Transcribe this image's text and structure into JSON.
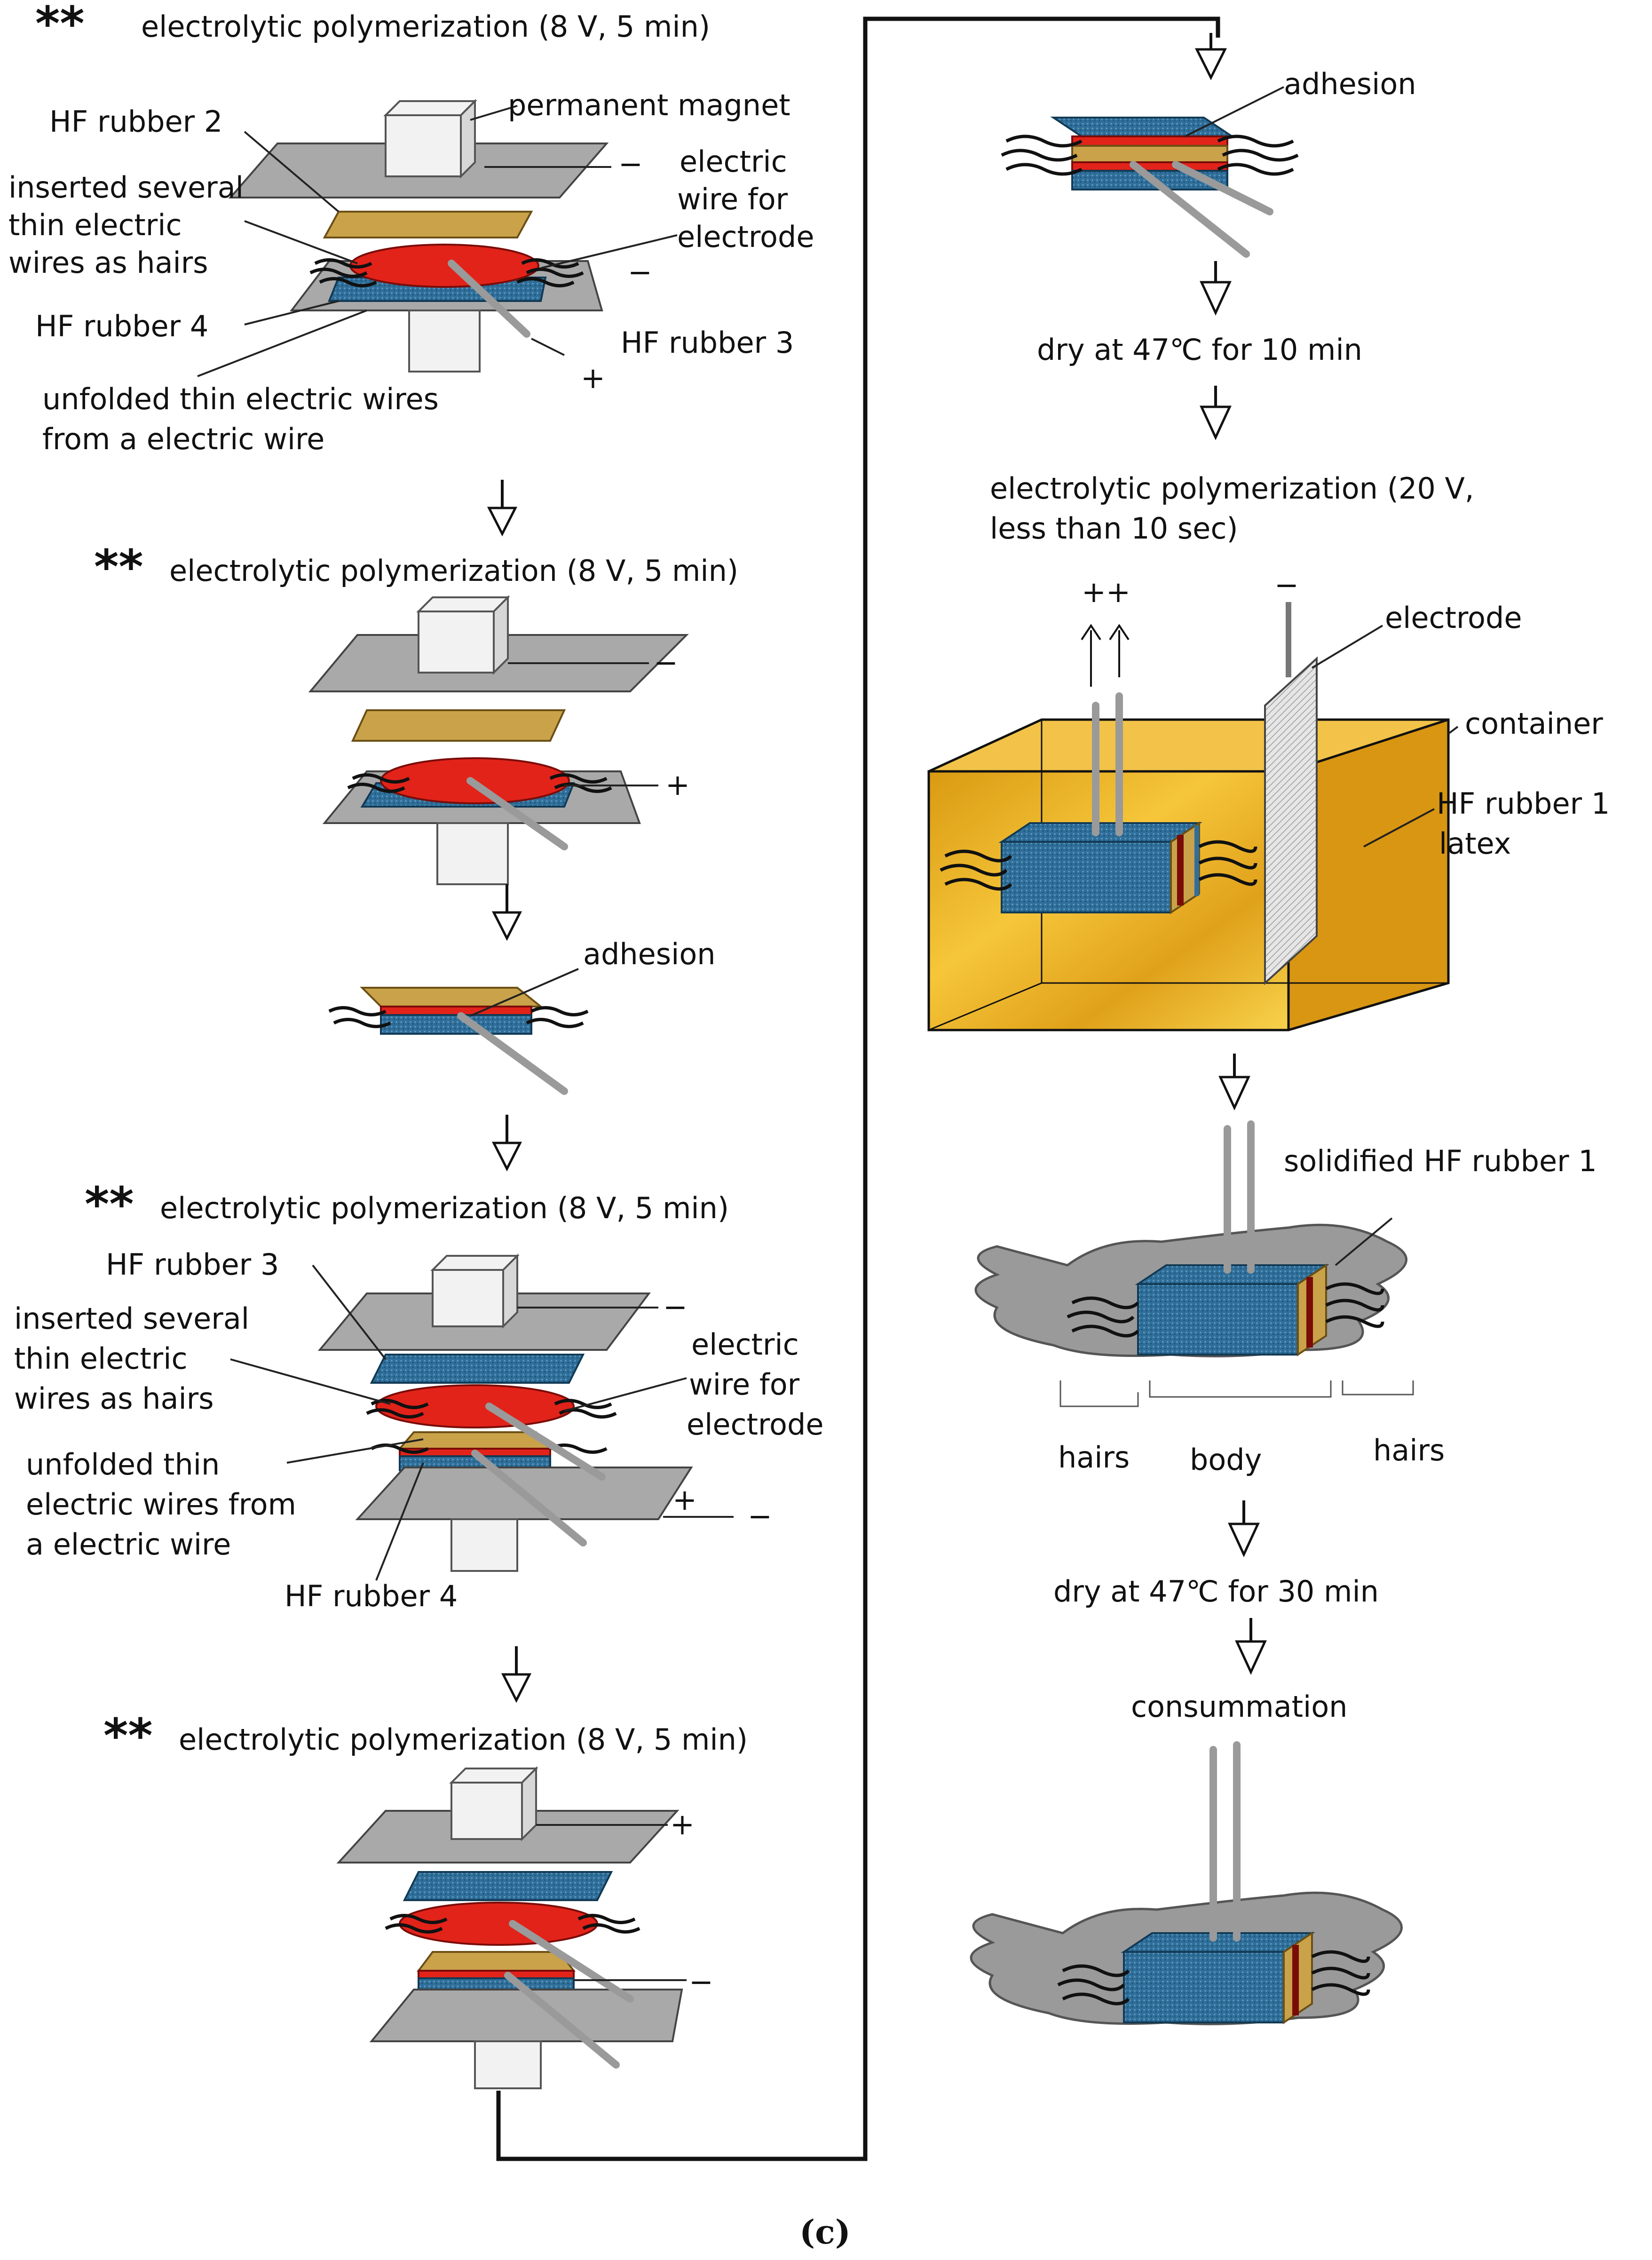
{
  "figure": {
    "caption": "(c)"
  },
  "left_column": {
    "step1": {
      "heading_mark": "**",
      "heading": "electrolytic polymerization (8 V, 5 min)",
      "labels": {
        "permanent_magnet": "permanent magnet",
        "hf_rubber_2": "HF rubber 2",
        "inserted_line1": "inserted several",
        "inserted_line2": "thin electric",
        "inserted_line3": "wires as hairs",
        "electric_wire_line1": "electric",
        "electric_wire_line2": "wire for",
        "electric_wire_line3": "electrode",
        "hf_rubber_4": "HF rubber 4",
        "hf_rubber_3": "HF rubber 3",
        "unfolded_line1": "unfolded thin electric wires",
        "unfolded_line2": "from a electric wire",
        "minus_top": "−",
        "minus_mid": "−",
        "plus": "+"
      }
    },
    "step2": {
      "heading_mark": "**",
      "heading": "electrolytic polymerization (8 V, 5 min)",
      "labels": {
        "minus": "−",
        "plus": "+"
      }
    },
    "step3": {
      "labels": {
        "adhesion": "adhesion"
      }
    },
    "step4": {
      "heading_mark": "**",
      "heading": "electrolytic polymerization (8 V, 5 min)",
      "labels": {
        "hf_rubber_3": "HF rubber 3",
        "inserted_line1": "inserted several",
        "inserted_line2": "thin electric",
        "inserted_line3": "wires as hairs",
        "electric_wire_line1": "electric",
        "electric_wire_line2": "wire for",
        "electric_wire_line3": "electrode",
        "unfolded_line1": "unfolded thin",
        "unfolded_line2": "electric wires from",
        "unfolded_line3": "a electric wire",
        "hf_rubber_4": "HF rubber 4",
        "minus_top": "−",
        "plus": "+",
        "minus_bottom": "−"
      }
    },
    "step5": {
      "heading_mark": "**",
      "heading": "electrolytic polymerization (8 V, 5 min)",
      "labels": {
        "plus": "+",
        "minus": "−"
      }
    }
  },
  "right_column": {
    "adhesion": "adhesion",
    "dry1": "dry at 47℃ for 10 min",
    "poly_line1": "electrolytic polymerization (20 V,",
    "poly_line2": "less than 10 sec)",
    "plusplus": "++",
    "minus": "−",
    "electrode": "electrode",
    "container": "container",
    "latex_line1": "HF rubber 1",
    "latex_line2": "latex",
    "solidified": "solidified HF rubber 1",
    "hairs_left": "hairs",
    "body": "body",
    "hairs_right": "hairs",
    "dry2": "dry at 47℃ for 30 min",
    "consummation": "consummation"
  },
  "colors": {
    "gold": "#c9a24a",
    "blue": "#2f6f9a",
    "red": "#e2231a",
    "plate_gray": "#a9a9a9",
    "latex": "#e8a81e"
  }
}
